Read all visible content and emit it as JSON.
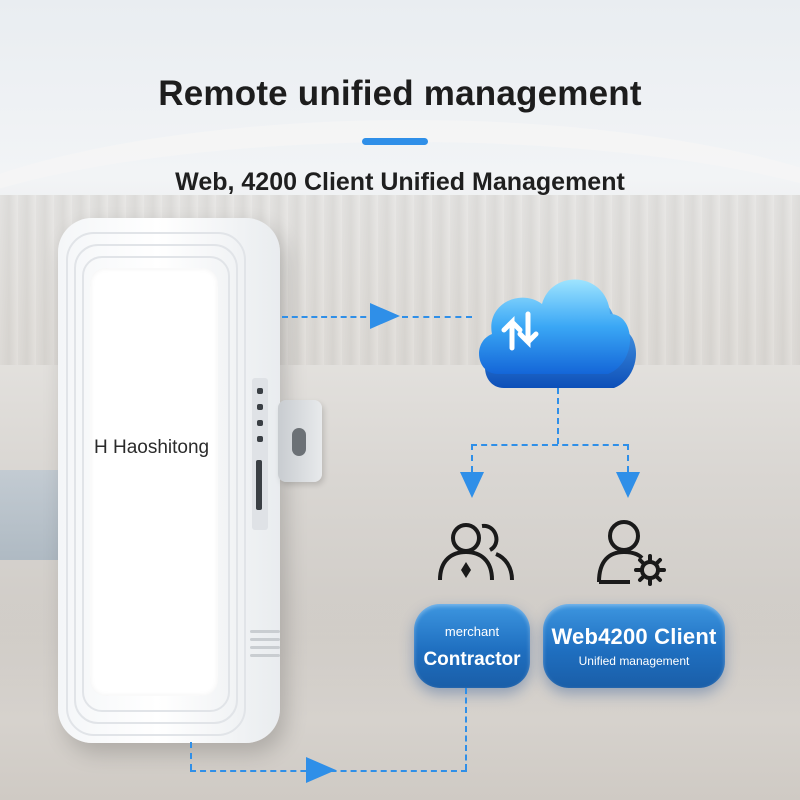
{
  "header": {
    "title": "Remote unified management",
    "subtitle": "Web, 4200 Client Unified Management"
  },
  "device": {
    "brand_label": "H Haoshitong"
  },
  "nodes": {
    "merchant": {
      "line1": "merchant",
      "line2": "Contractor"
    },
    "client": {
      "line1": "Web4200 Client",
      "line2": "Unified management"
    }
  },
  "colors": {
    "accent": "#2f8fe8",
    "button_blue": "#1f6fc0",
    "title_text": "#1d1d1d"
  },
  "icons": {
    "cloud": "cloud-sync-icon",
    "group": "users-group-icon",
    "admin": "user-gear-icon"
  }
}
